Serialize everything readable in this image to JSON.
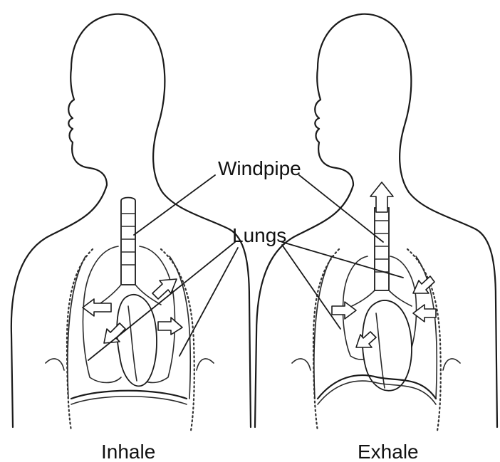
{
  "labels": {
    "windpipe": "Windpipe",
    "lungs": "Lungs",
    "inhale": "Inhale",
    "exhale": "Exhale"
  }
}
